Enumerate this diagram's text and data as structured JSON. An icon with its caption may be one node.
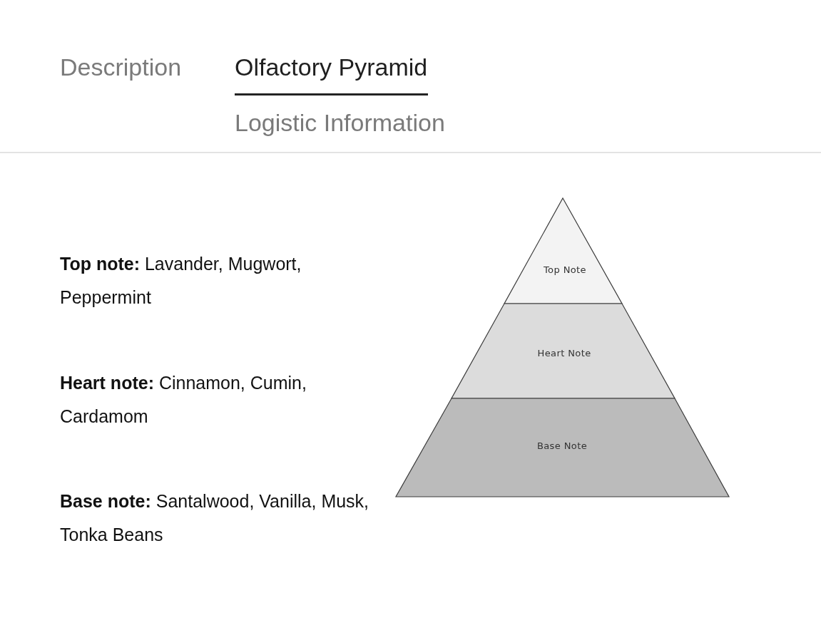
{
  "diagram": {
    "nodes": [
      {
        "text": [
          "Top Note"
        ]
      },
      {
        "text": [
          "Heart Note"
        ]
      },
      {
        "text": [
          "Base Note"
        ]
      }
    ],
    "labels": [
      "Description",
      "Olfactory Pyramid",
      "Logistic Information",
      "**Top note:** Lavander, Mugwort, Peppermint",
      "**Heart note:** Cinnamon, Cumin, Cardamom",
      "**Base note:** Santalwood, Vanilla, Musk, Tonka Beans"
    ]
  }
}
